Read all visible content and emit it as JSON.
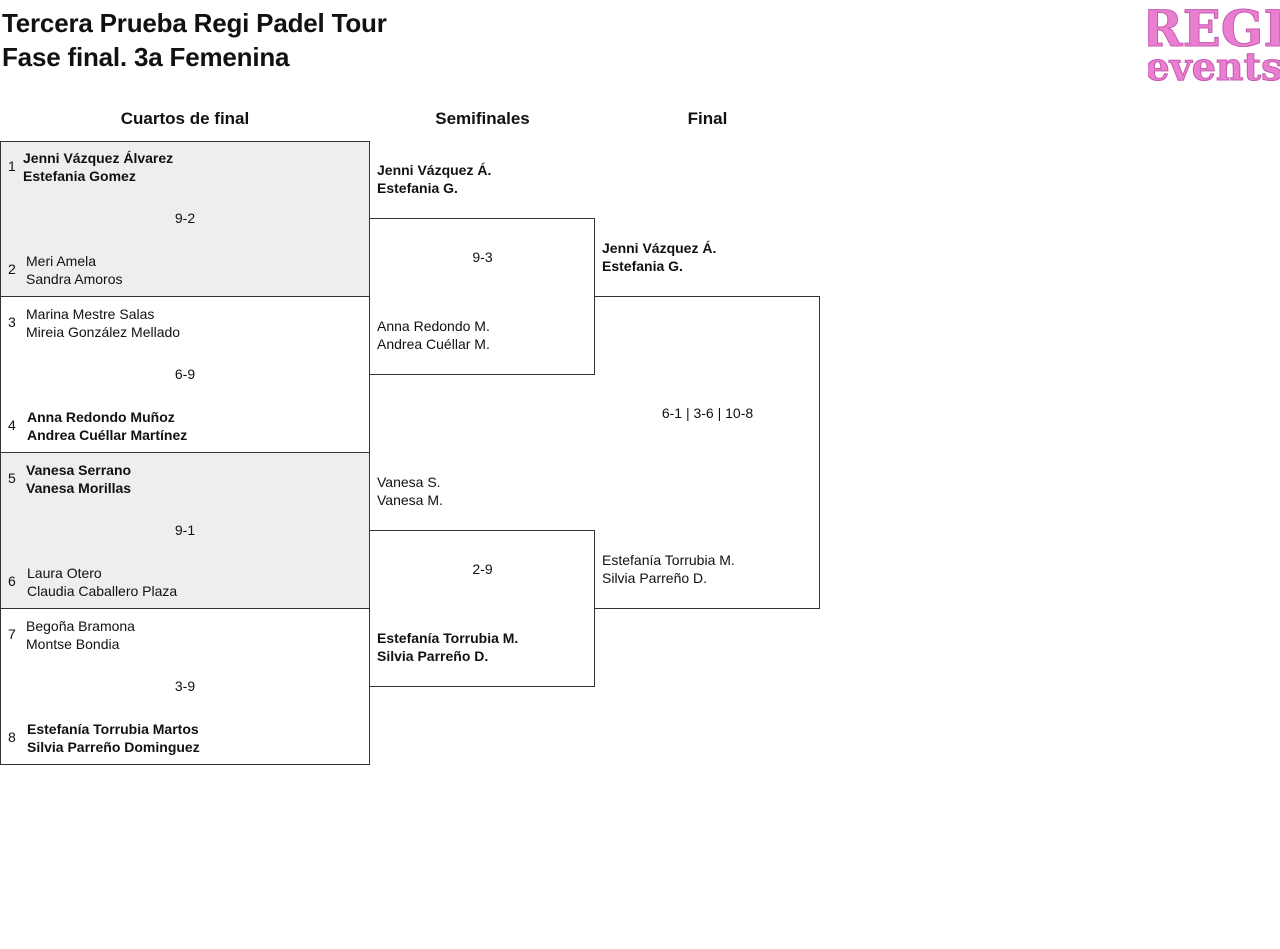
{
  "header": {
    "title": "Tercera Prueba Regi Padel Tour",
    "subtitle": "Fase final. 3a Femenina",
    "logo_text_top": "REGI",
    "logo_text_bottom": "events",
    "logo_color": "#ea7fd2"
  },
  "rounds": {
    "quarterfinals": "Cuartos de final",
    "semifinals": "Semifinales",
    "final": "Final"
  },
  "quarterfinals": [
    {
      "score": "9-2",
      "top": {
        "seed": "1",
        "p1": "Jenni Vázquez Álvarez",
        "p2": "Estefania Gomez",
        "winner": true
      },
      "bottom": {
        "seed": "2",
        "p1": "Meri Amela",
        "p2": "Sandra Amoros",
        "winner": false
      }
    },
    {
      "score": "6-9",
      "top": {
        "seed": "3",
        "p1": "Marina Mestre Salas",
        "p2": "Mireia González Mellado",
        "winner": false
      },
      "bottom": {
        "seed": "4",
        "p1": "Anna Redondo Muñoz",
        "p2": "Andrea Cuéllar Martínez",
        "winner": true
      }
    },
    {
      "score": "9-1",
      "top": {
        "seed": "5",
        "p1": "Vanesa Serrano",
        "p2": "Vanesa Morillas",
        "winner": true
      },
      "bottom": {
        "seed": "6",
        "p1": "Laura Otero",
        "p2": "Claudia Caballero Plaza",
        "winner": false
      }
    },
    {
      "score": "3-9",
      "top": {
        "seed": "7",
        "p1": "Begoña Bramona",
        "p2": "Montse Bondia",
        "winner": false
      },
      "bottom": {
        "seed": "8",
        "p1": "Estefanía Torrubia Martos",
        "p2": "Silvia Parreño Dominguez",
        "winner": true
      }
    }
  ],
  "semifinals": [
    {
      "score": "9-3",
      "top": {
        "p1": "Jenni Vázquez Á.",
        "p2": "Estefania G.",
        "winner": true
      },
      "bottom": {
        "p1": "Anna Redondo M.",
        "p2": "Andrea Cuéllar M.",
        "winner": false
      }
    },
    {
      "score": "2-9",
      "top": {
        "p1": "Vanesa S.",
        "p2": "Vanesa M.",
        "winner": false
      },
      "bottom": {
        "p1": "Estefanía Torrubia M.",
        "p2": "Silvia Parreño D.",
        "winner": true
      }
    }
  ],
  "final": {
    "score": "6-1 | 3-6 | 10-8",
    "top": {
      "p1": "Jenni Vázquez Á.",
      "p2": "Estefania G.",
      "winner": true
    },
    "bottom": {
      "p1": "Estefanía Torrubia M.",
      "p2": "Silvia Parreño D.",
      "winner": false
    }
  }
}
